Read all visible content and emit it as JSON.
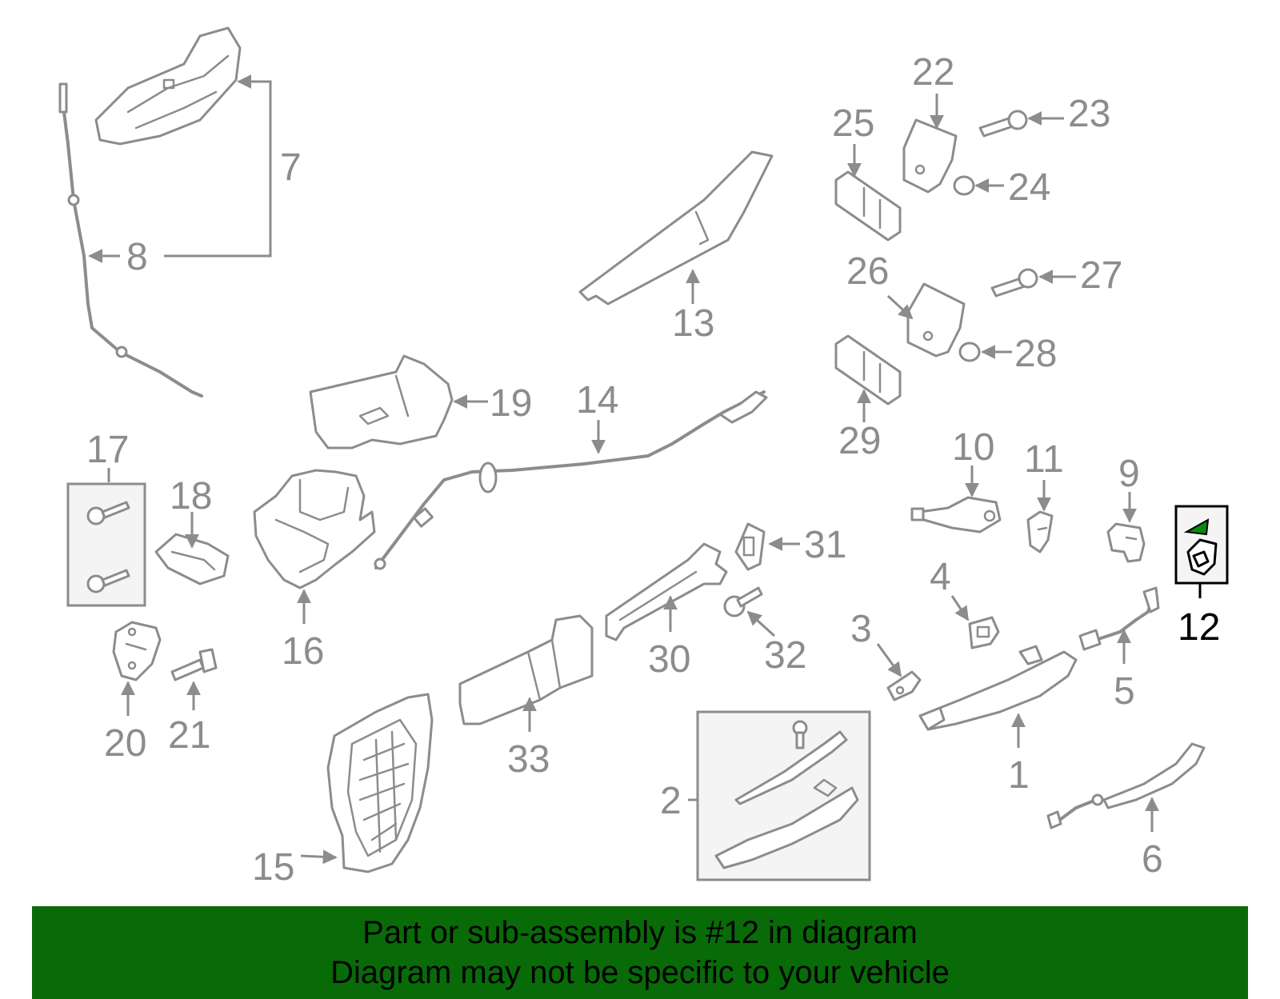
{
  "callouts": {
    "c1": "1",
    "c2": "2",
    "c3": "3",
    "c4": "4",
    "c5": "5",
    "c6": "6",
    "c7": "7",
    "c8": "8",
    "c9": "9",
    "c10": "10",
    "c11": "11",
    "c12": "12",
    "c13": "13",
    "c14": "14",
    "c15": "15",
    "c16": "16",
    "c17": "17",
    "c18": "18",
    "c19": "19",
    "c20": "20",
    "c21": "21",
    "c22": "22",
    "c23": "23",
    "c24": "24",
    "c25": "25",
    "c26": "26",
    "c27": "27",
    "c28": "28",
    "c29": "29",
    "c30": "30",
    "c31": "31",
    "c32": "32",
    "c33": "33"
  },
  "highlighted_part": "12",
  "banner": {
    "line1": "Part or sub-assembly is #12 in diagram",
    "line2": "Diagram may not be specific to your vehicle"
  },
  "colors": {
    "line_art": "#8c8c8c",
    "highlight": "#000000",
    "banner_background": "#086b08",
    "banner_text": "#000000",
    "accent_green": "#0a8a0a"
  }
}
